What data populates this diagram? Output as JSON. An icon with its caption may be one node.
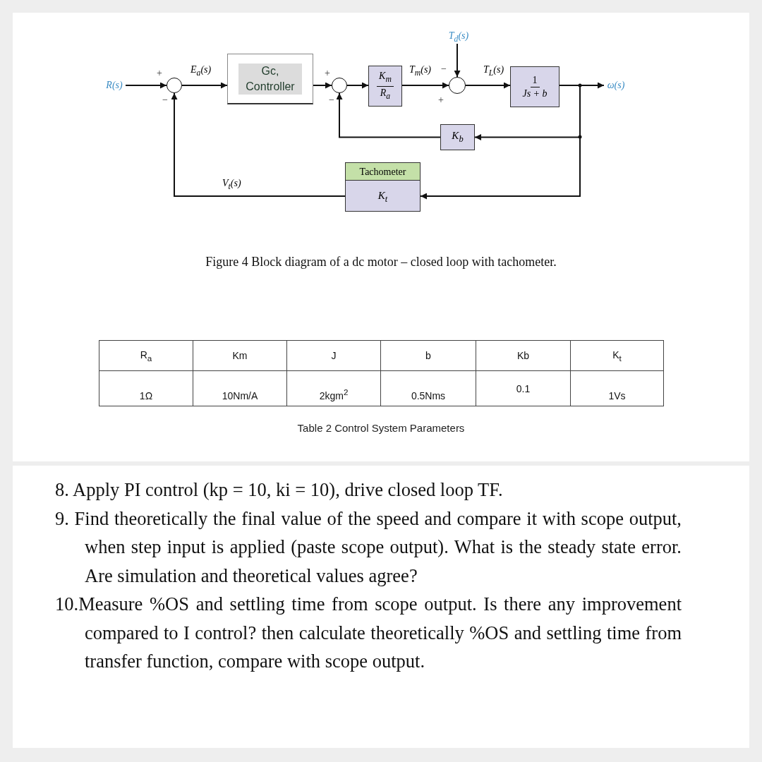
{
  "diagram": {
    "caption": "Figure 4 Block diagram of a dc motor – closed loop with tachometer.",
    "nodes": [
      {
        "text": [
          "R(s)"
        ]
      },
      {
        "text": [],
        "shape": "circle",
        "beside": [
          "+",
          "−"
        ]
      },
      {
        "text": [
          "Gc, Controller"
        ]
      },
      {
        "text": [],
        "shape": "circle",
        "beside": [
          "+",
          "−"
        ]
      },
      {
        "text": [
          "K$_{m}$",
          "R$_{a}$"
        ]
      },
      {
        "text": [],
        "shape": "circle",
        "beside": [
          "−",
          "+"
        ]
      },
      {
        "text": [
          "1",
          "Js + b"
        ]
      },
      {
        "text": [
          "ω(s)"
        ]
      },
      {
        "text": [
          "T$_{d}$(s)"
        ]
      },
      {
        "text": [
          "K$_{b}$"
        ]
      },
      {
        "text": [
          "Tachometer",
          "K$_{t}$"
        ]
      }
    ],
    "edges": [
      {
        "from": 0,
        "to": 1,
        "arrow": "to"
      },
      {
        "from": 1,
        "to": 2,
        "arrow": "to",
        "label": "E$_{a}$(s)"
      },
      {
        "from": 2,
        "to": 3,
        "arrow": "to"
      },
      {
        "from": 3,
        "to": 4,
        "arrow": "to"
      },
      {
        "from": 4,
        "to": 5,
        "arrow": "to",
        "label": "T$_{m}$(s)"
      },
      {
        "from": 8,
        "to": 5,
        "arrow": "to"
      },
      {
        "from": 5,
        "to": 6,
        "arrow": "to",
        "label": "T$_{L}$(s)"
      },
      {
        "from": 6,
        "to": 7,
        "arrow": "to"
      },
      {
        "from": 6,
        "to": 9,
        "arrow": "to"
      },
      {
        "from": 9,
        "to": 3,
        "arrow": "to"
      },
      {
        "from": 6,
        "to": 10,
        "arrow": "to"
      },
      {
        "from": 10,
        "to": 1,
        "arrow": "to",
        "label": "V$_{t}$(s)"
      }
    ],
    "labels": [
      "R$_{a}$",
      "Km",
      "J",
      "b",
      "Kb",
      "K$_{t}$",
      "1Ω",
      "10Nm/A",
      "2kgm$^{2}$",
      "0.5Nms",
      "0.1",
      "1Vs",
      "Table 2 Control System Parameters",
      "8. Apply PI control (kp = 10, ki = 10), drive closed loop TF.",
      "9. Find theoretically the final value of the speed and compare it with scope output, when step input is applied (paste scope output). What is the steady state error. Are simulation and theoretical values agree?",
      "10.Measure %OS and settling time from scope output. Is there any improvement compared to I control? then calculate theoretically %OS and settling time from transfer function, compare with scope output."
    ]
  }
}
